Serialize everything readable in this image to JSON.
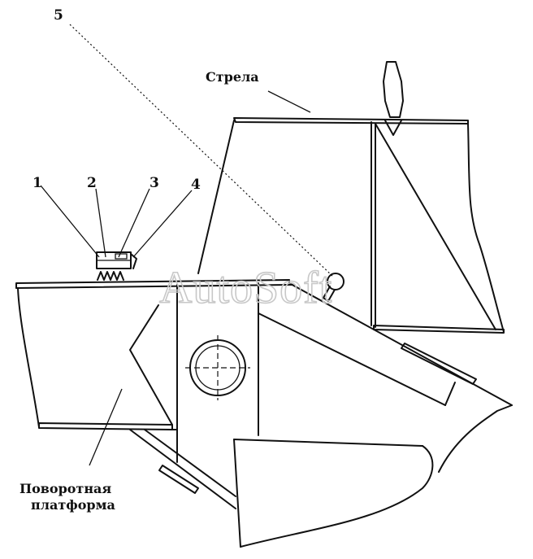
{
  "callouts": {
    "n1": "1",
    "n2": "2",
    "n3": "3",
    "n4": "4",
    "n5": "5"
  },
  "labels": {
    "boom": "Стрела",
    "platform_line1": "Поворотная",
    "platform_line2": "платформа"
  },
  "watermark": "AutoSoft"
}
